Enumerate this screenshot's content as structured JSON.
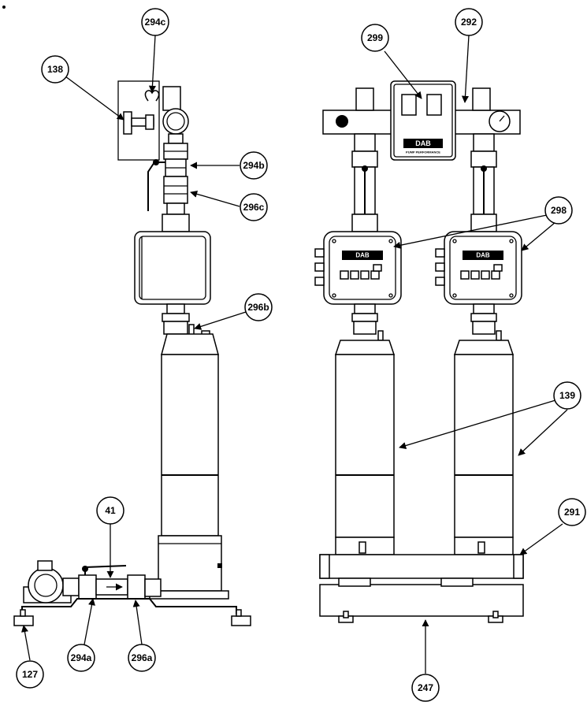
{
  "callouts": {
    "c138": "138",
    "c294c": "294c",
    "c294b": "294b",
    "c296c": "296c",
    "c296b": "296b",
    "c41": "41",
    "c294a": "294a",
    "c296a": "296a",
    "c127": "127",
    "c299": "299",
    "c292": "292",
    "c298": "298",
    "c139": "139",
    "c291": "291",
    "c247": "247"
  },
  "logos": {
    "brand": "DAB",
    "tagline": "PUMP PERFORMANCE"
  }
}
